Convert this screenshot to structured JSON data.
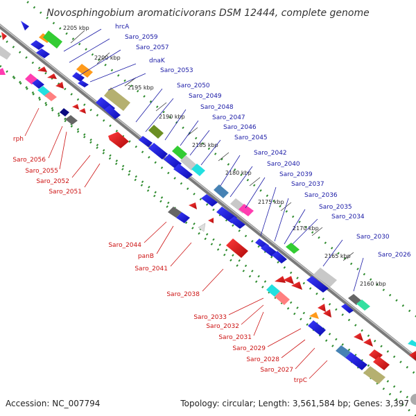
{
  "title": "Novosphingobium aromaticivorans DSM 12444, complete genome",
  "footer": {
    "accession": "Accession: NC_007794",
    "summary": "Topology: circular; Length: 3,561,584 bp; Genes: 3,397"
  },
  "ticks": [
    "2205 kbp",
    "2200 kbp",
    "2195 kbp",
    "2190 kbp",
    "2185 kbp",
    "2180 kbp",
    "2175 kbp",
    "2170 kbp",
    "2165 kbp",
    "2160 kbp"
  ],
  "genes_top": [
    "hrcA",
    "Saro_2059",
    "Saro_2057",
    "dnaK",
    "Saro_2053",
    "Saro_2050",
    "Saro_2049",
    "Saro_2048",
    "Saro_2047",
    "Saro_2046",
    "Saro_2045",
    "Saro_2042",
    "Saro_2040",
    "Saro_2039",
    "Saro_2037",
    "Saro_2036",
    "Saro_2035",
    "Saro_2034",
    "Saro_2030",
    "Saro_2026"
  ],
  "genes_bottom": [
    "rph",
    "Saro_2056",
    "Saro_2055",
    "Saro_2052",
    "Saro_2051",
    "Saro_2044",
    "panB",
    "Saro_2041",
    "Saro_2038",
    "Saro_2033",
    "Saro_2032",
    "Saro_2031",
    "Saro_2029",
    "Saro_2028",
    "Saro_2027",
    "trpC"
  ],
  "colors": {
    "backbone": "#7a7a7a",
    "dots": "#2e8b2e",
    "forward": "#1a1ae6",
    "reverse": "#e61a1a",
    "label_top": "#1a1aa6",
    "label_bottom": "#cc1111"
  }
}
